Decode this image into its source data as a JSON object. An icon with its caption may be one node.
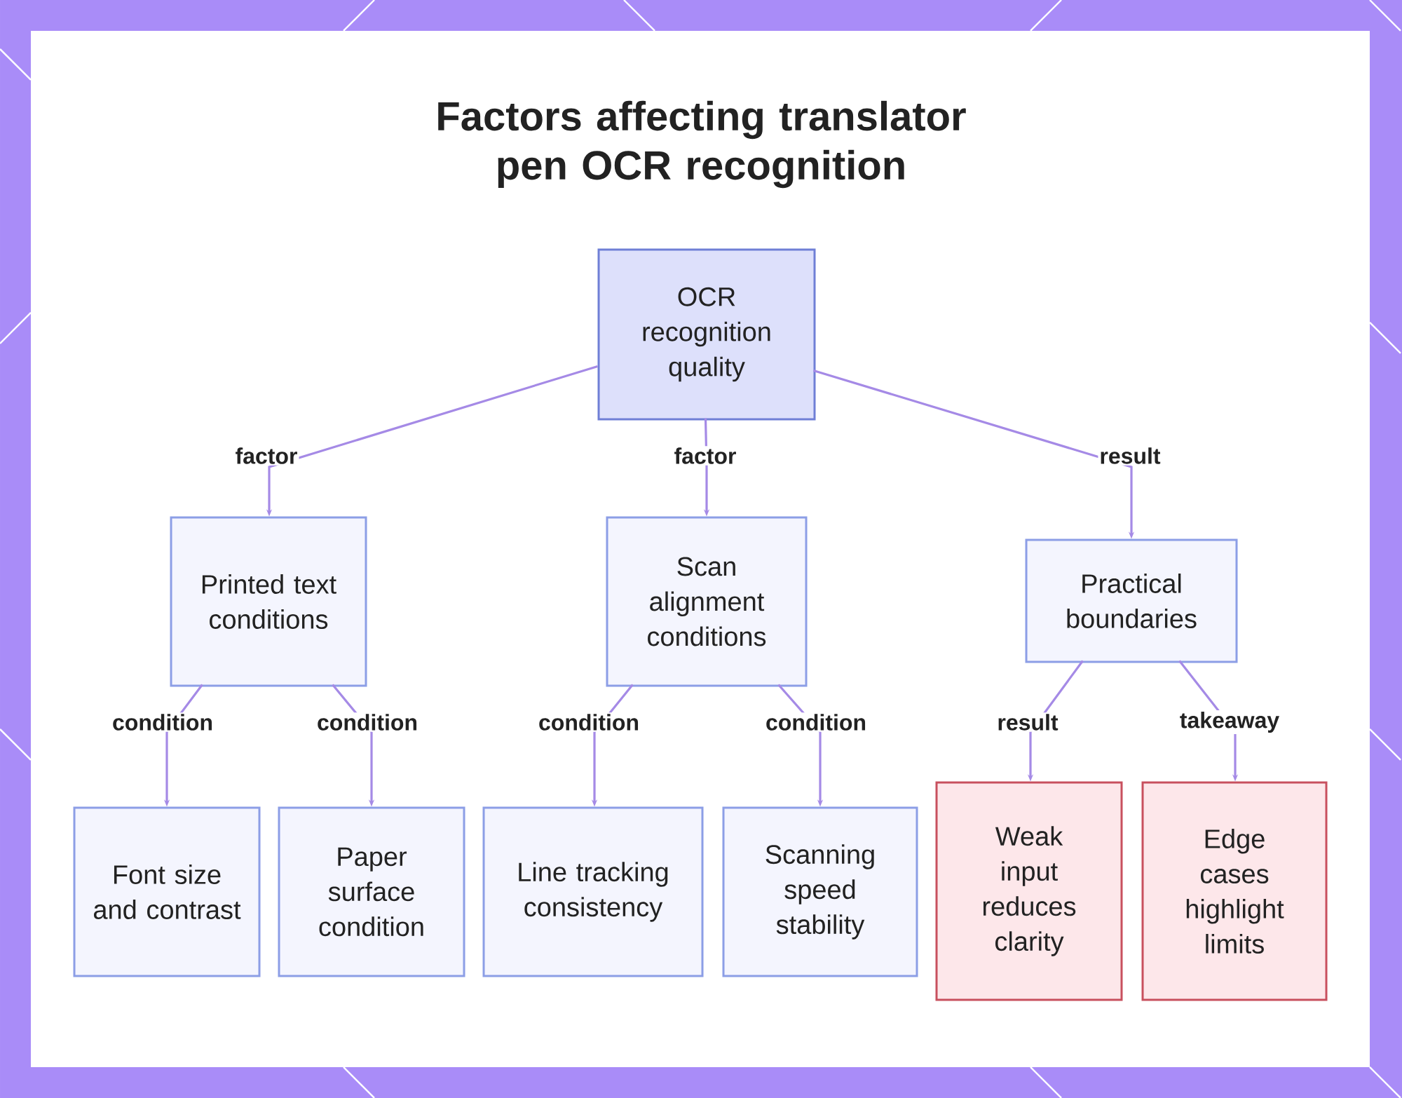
{
  "diagram": {
    "title": "Factors affecting translator pen OCR recognition",
    "nodes": [
      {
        "text": [
          "OCR recognition quality"
        ]
      },
      {
        "text": [
          "Printed text conditions"
        ]
      },
      {
        "text": [
          "Scan alignment conditions"
        ]
      },
      {
        "text": [
          "Practical boundaries"
        ]
      },
      {
        "text": [
          "Font size and contrast"
        ]
      },
      {
        "text": [
          "Paper surface condition"
        ]
      },
      {
        "text": [
          "Line tracking consistency"
        ]
      },
      {
        "text": [
          "Scanning speed stability"
        ]
      },
      {
        "text": [
          "Weak input reduces clarity"
        ]
      },
      {
        "text": [
          "Edge cases highlight limits"
        ]
      }
    ],
    "edges": [
      {
        "from": 0,
        "to": 1,
        "arrow": "to",
        "label": "factor"
      },
      {
        "from": 0,
        "to": 2,
        "arrow": "to",
        "label": "factor"
      },
      {
        "from": 0,
        "to": 3,
        "arrow": "to",
        "label": "result"
      },
      {
        "from": 1,
        "to": 4,
        "arrow": "to",
        "label": "condition"
      },
      {
        "from": 1,
        "to": 5,
        "arrow": "to",
        "label": "condition"
      },
      {
        "from": 2,
        "to": 6,
        "arrow": "to",
        "label": "condition"
      },
      {
        "from": 2,
        "to": 7,
        "arrow": "to",
        "label": "condition"
      },
      {
        "from": 3,
        "to": 8,
        "arrow": "to",
        "label": "result"
      },
      {
        "from": 3,
        "to": 9,
        "arrow": "to",
        "label": "takeaway"
      }
    ]
  }
}
